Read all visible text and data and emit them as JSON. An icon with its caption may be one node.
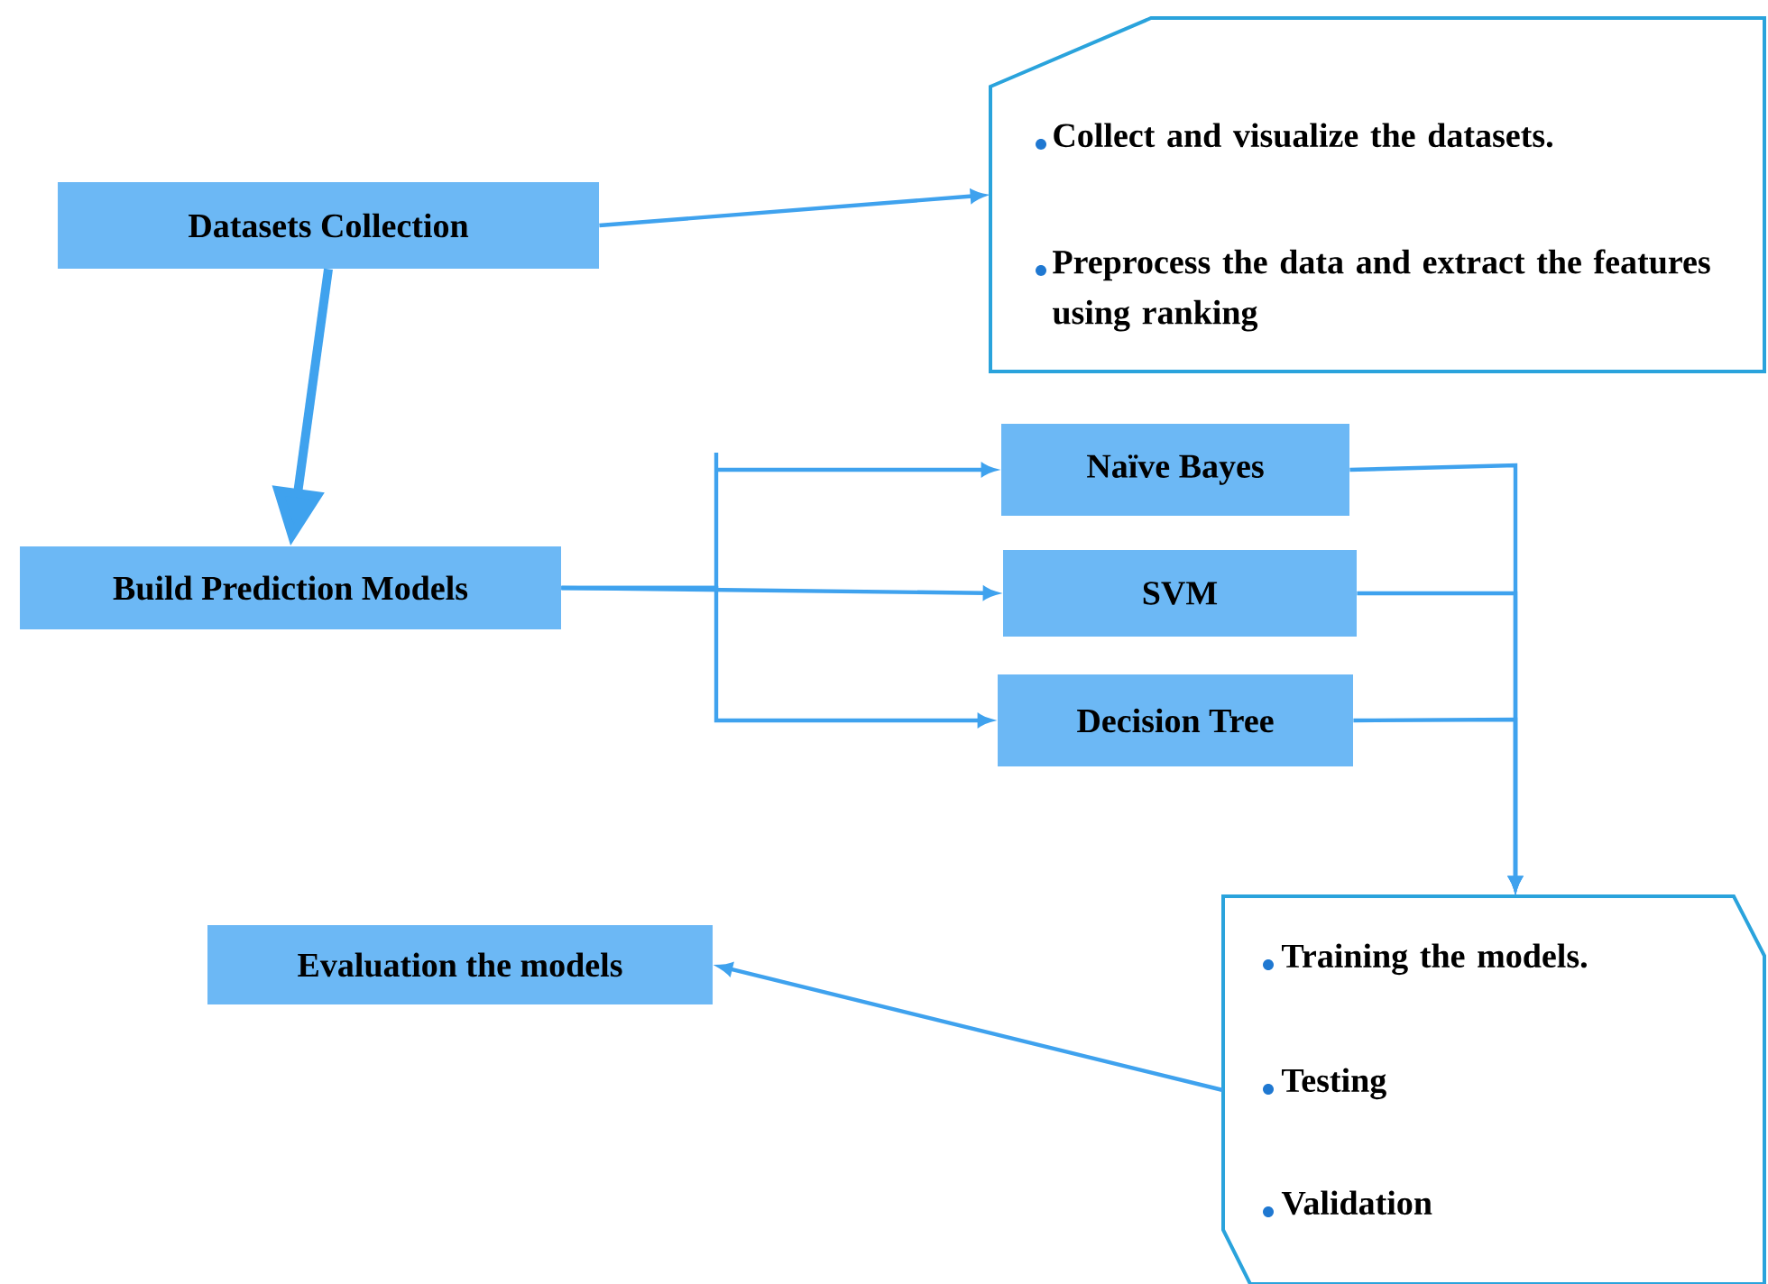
{
  "diagram": {
    "nodes": [
      {
        "text": [
          "Datasets Collection"
        ]
      },
      {
        "text": [
          "Collect and visualize the datasets.",
          "Preprocess the data and extract the features using ranking"
        ]
      },
      {
        "text": [
          "Build Prediction Models"
        ]
      },
      {
        "text": [
          "Naïve Bayes"
        ]
      },
      {
        "text": [
          "SVM"
        ]
      },
      {
        "text": [
          "Decision Tree"
        ]
      },
      {
        "text": [
          "Training the models.",
          "Testing",
          "Validation"
        ]
      },
      {
        "text": [
          "Evaluation the models"
        ]
      }
    ],
    "edges": [
      {
        "from": 0,
        "to": 1,
        "arrow": "to"
      },
      {
        "from": 0,
        "to": 2,
        "arrow": "to",
        "style": "thick"
      },
      {
        "from": 2,
        "to": 3,
        "arrow": "to"
      },
      {
        "from": 2,
        "to": 4,
        "arrow": "to"
      },
      {
        "from": 2,
        "to": 5,
        "arrow": "to"
      },
      {
        "from": 3,
        "to": 6,
        "arrow": "to"
      },
      {
        "from": 4,
        "to": 6,
        "arrow": "to"
      },
      {
        "from": 5,
        "to": 6,
        "arrow": "to"
      },
      {
        "from": 6,
        "to": 7,
        "arrow": "to"
      }
    ]
  }
}
